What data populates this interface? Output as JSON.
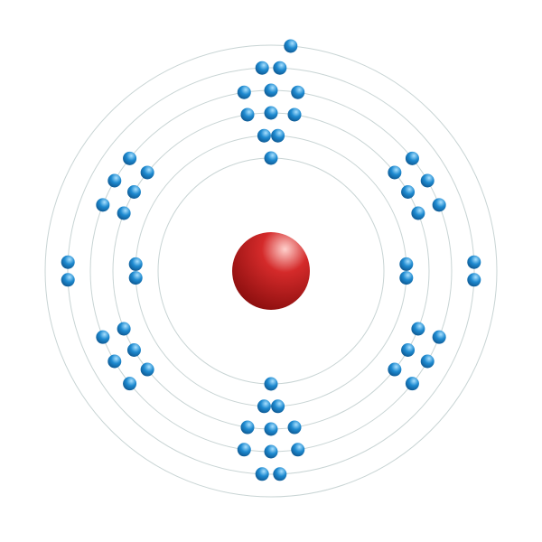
{
  "diagram": {
    "type": "bohr-model",
    "electrons_per_shell": [
      2,
      8,
      18,
      18,
      8,
      1
    ],
    "total_electrons": 55,
    "colors": {
      "background": "#ffffff",
      "orbit": "#c8d4d4",
      "nucleus_light": "#ffd0cc",
      "nucleus_mid": "#d42a2a",
      "nucleus_dark": "#8a0e0e",
      "electron_light": "#a8e0ff",
      "electron_mid": "#1e8ad0",
      "electron_dark": "#0b4f86"
    }
  }
}
